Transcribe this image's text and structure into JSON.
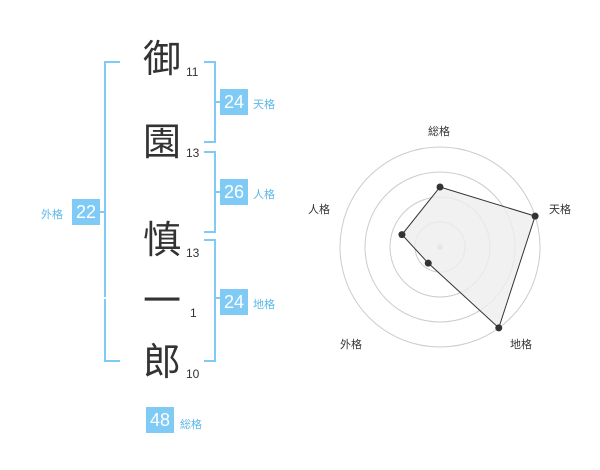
{
  "name": {
    "chars": [
      {
        "char": "御",
        "strokes": "11"
      },
      {
        "char": "園",
        "strokes": "13"
      },
      {
        "char": "慎",
        "strokes": "13"
      },
      {
        "char": "一",
        "strokes": "1"
      },
      {
        "char": "郎",
        "strokes": "10"
      }
    ]
  },
  "kaku": {
    "tenkaku": {
      "value": "24",
      "label": "天格"
    },
    "jinkaku": {
      "value": "26",
      "label": "人格"
    },
    "chikaku": {
      "value": "24",
      "label": "地格"
    },
    "gaikaku": {
      "value": "22",
      "label": "外格"
    },
    "soukaku": {
      "value": "48",
      "label": "総格"
    }
  },
  "chart_data": {
    "type": "radar",
    "axes": [
      "総格",
      "天格",
      "地格",
      "外格",
      "人格"
    ],
    "values": [
      3,
      5,
      5,
      1,
      2
    ],
    "max": 5,
    "rings": 4,
    "colors": {
      "fill": "#eeeeee",
      "line": "#333333",
      "ring": "#cccccc",
      "point": "#333333"
    }
  },
  "colors": {
    "accent": "#7fcbf5",
    "accent_text": "#5bb8ea"
  }
}
